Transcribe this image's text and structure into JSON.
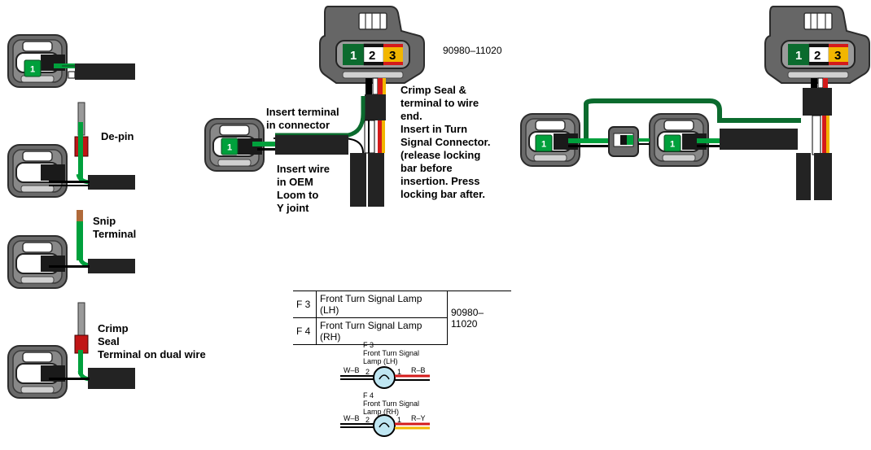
{
  "labels": {
    "depin": "De-pin",
    "snip": "Snip\nTerminal",
    "crimp": "Crimp\nSeal\nTerminal on dual wire",
    "insert_terminal": "Insert terminal\nin connector",
    "insert_wire": "Insert wire\nin OEM\nLoom to\nY joint",
    "crimp_seal": "Crimp Seal &\nterminal to wire\nend.\nInsert in Turn\nSignal Connector.\n(release locking\nbar before\ninsertion. Press\nlocking bar after."
  },
  "connector": {
    "part_number": "90980–11020",
    "pins": [
      "1",
      "2",
      "3"
    ]
  },
  "table": {
    "rows": [
      {
        "code": "F 3",
        "name": "Front Turn Signal Lamp (LH)"
      },
      {
        "code": "F 4",
        "name": "Front Turn Signal Lamp (RH)"
      }
    ],
    "part_number": "90980–11020"
  },
  "schematics": [
    {
      "code": "F 3",
      "title1": "Front Turn Signal",
      "title2": "Lamp (LH)",
      "left_wire": "W–B",
      "right_wire": "R–B",
      "left_pin": "2",
      "right_pin": "1"
    },
    {
      "code": "F 4",
      "title1": "Front Turn Signal",
      "title2": "Lamp (RH)",
      "left_wire": "W–B",
      "right_wire": "R–Y",
      "left_pin": "2",
      "right_pin": "1"
    }
  ],
  "colors": {
    "green": "#0b6b2e",
    "terminal_green": "#00a03c",
    "red": "#d41a1a",
    "yellow": "#f2b600",
    "orange": "#e8661a",
    "connector_gray": "#5a5a5a",
    "lamp_blue": "#bfe6f2",
    "dark_wire": "#232323"
  },
  "icons": {
    "connector_large": "turn-signal-connector-icon",
    "connector_small": "terminal-connector-icon",
    "lamp": "lamp-bulb-icon"
  }
}
